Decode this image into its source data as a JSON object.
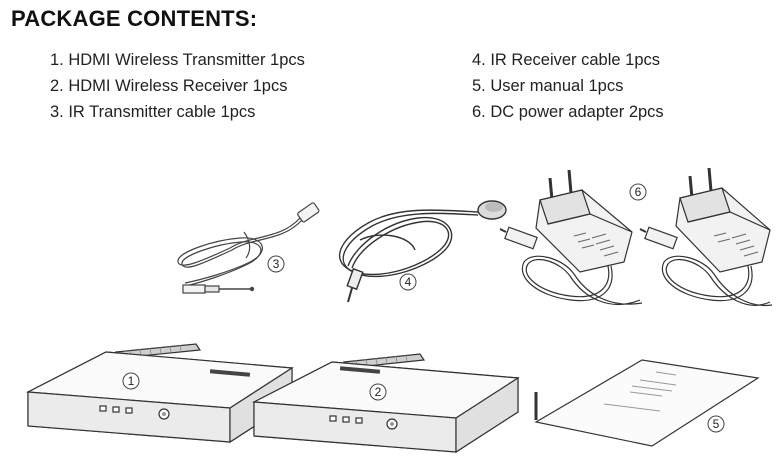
{
  "title": "PACKAGE CONTENTS",
  "title_colon": ":",
  "items_left": [
    "1. HDMI Wireless Transmitter 1pcs",
    "2. HDMI Wireless Receiver 1pcs",
    "3. IR Transmitter cable 1pcs"
  ],
  "items_right": [
    "4. IR Receiver cable 1pcs",
    "5. User manual 1pcs",
    "6. DC power adapter 2pcs"
  ],
  "callouts": {
    "transmitter": "1",
    "receiver": "2",
    "ir_transmitter_cable": "3",
    "ir_receiver_cable": "4",
    "user_manual": "5",
    "dc_power_adapter": "6"
  }
}
